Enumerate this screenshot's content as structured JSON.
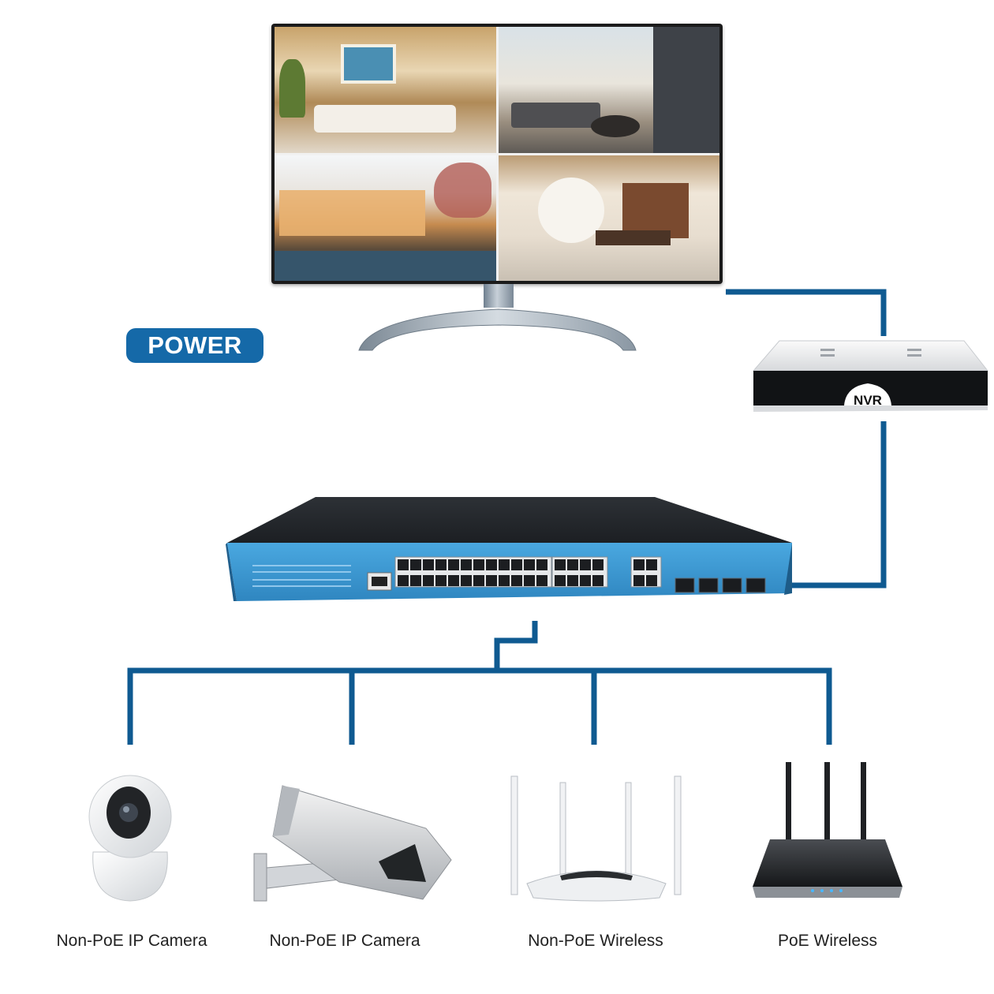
{
  "power_badge": {
    "label": "POWER"
  },
  "nvr": {
    "label": "NVR"
  },
  "devices": [
    {
      "label": "Non-PoE IP Camera",
      "icon": "dome-camera-icon"
    },
    {
      "label": "Non-PoE IP Camera",
      "icon": "bullet-camera-icon"
    },
    {
      "label": "Non-PoE Wireless",
      "icon": "wifi-router-icon"
    },
    {
      "label": "PoE Wireless",
      "icon": "wireless-router-icon"
    }
  ],
  "colors": {
    "link": "#0f5a91",
    "switch_front": "#3a9bd5",
    "badge": "#1569a8"
  }
}
